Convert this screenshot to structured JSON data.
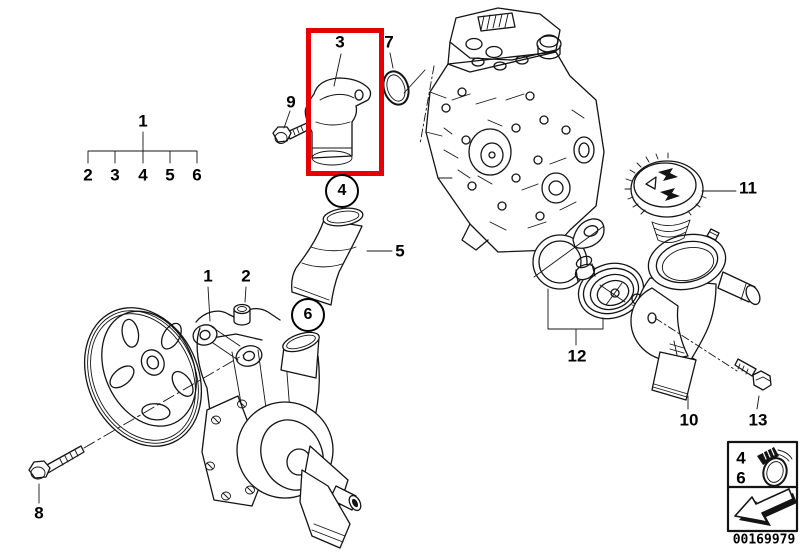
{
  "diagram": {
    "title": "cooling-system-water-pump-thermostat-parts-diagram",
    "image_number": "00169979",
    "highlight_color": "#e60005",
    "tree": {
      "root": "1",
      "children": [
        "2",
        "3",
        "4",
        "5",
        "6"
      ]
    },
    "callouts": {
      "c1": "1",
      "c2": "2",
      "c3": "3",
      "c4": "4",
      "c5": "5",
      "c6": "6",
      "c7": "7",
      "c8": "8",
      "c9": "9",
      "c10": "10",
      "c11": "11",
      "c12": "12",
      "c13": "13"
    },
    "legend": {
      "items": [
        "4",
        "6"
      ],
      "clamp_icon": "hose-clamp-icon",
      "arrow_icon": "direction-arrow-icon"
    }
  }
}
